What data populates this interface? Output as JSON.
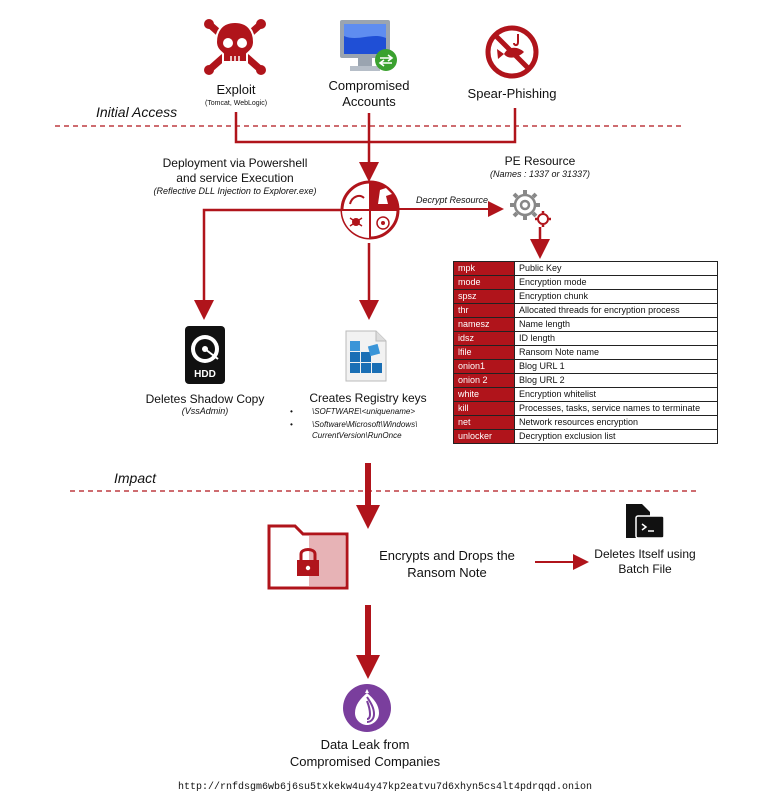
{
  "phases": {
    "initial_access": "Initial Access",
    "impact": "Impact"
  },
  "sources": {
    "exploit": {
      "title": "Exploit",
      "subtitle": "(Tomcat, WebLogic)"
    },
    "accounts": {
      "title_line1": "Compromised",
      "title_line2": "Accounts"
    },
    "phishing": {
      "title": "Spear-Phishing"
    }
  },
  "deployment": {
    "line1": "Deployment via Powershell",
    "line2": "and service Execution",
    "sub": "(Reflective DLL Injection to Explorer.exe)"
  },
  "pe_resource": {
    "title": "PE Resource",
    "sub": "(Names : 1337 or 31337)",
    "edge_label": "Decrypt Resource"
  },
  "config_table": [
    {
      "key": "mpk",
      "value": "Public Key"
    },
    {
      "key": "mode",
      "value": "Encryption mode"
    },
    {
      "key": "spsz",
      "value": "Encryption chunk"
    },
    {
      "key": "thr",
      "value": "Allocated threads for encryption process"
    },
    {
      "key": "namesz",
      "value": "Name length"
    },
    {
      "key": "idsz",
      "value": "ID length"
    },
    {
      "key": "lfile",
      "value": "Ransom Note name"
    },
    {
      "key": "onion1",
      "value": "Blog URL 1"
    },
    {
      "key": "onion 2",
      "value": "Blog URL 2"
    },
    {
      "key": "white",
      "value": "Encryption whitelist"
    },
    {
      "key": "kill",
      "value": "Processes, tasks, service names to terminate"
    },
    {
      "key": "net",
      "value": "Network resources encryption"
    },
    {
      "key": "unlocker",
      "value": "Decryption exclusion list"
    }
  ],
  "shadow_copy": {
    "title": "Deletes Shadow Copy",
    "sub": "(VssAdmin)",
    "hdd_text": "HDD"
  },
  "registry": {
    "title": "Creates Registry keys",
    "bullet1": "\\SOFTWARE\\<uniquename>",
    "bullet2_line1": "\\Software\\Microsoft\\Windows\\",
    "bullet2_line2": "CurrentVersion\\RunOnce"
  },
  "encrypt": {
    "line1": "Encrypts and Drops the",
    "line2": "Ransom Note"
  },
  "delete_self": {
    "line1": "Deletes Itself using",
    "line2": "Batch File"
  },
  "leak": {
    "line1": "Data Leak from",
    "line2": "Compromised Companies"
  },
  "onion_url": "http://rnfdsgm6wb6j6su5txkekw4u4y47kp2eatvu7d6xhyn5cs4lt4pdrqqd.onion",
  "colors": {
    "accent": "#b0141b",
    "tor_purple": "#7a3e9d"
  }
}
